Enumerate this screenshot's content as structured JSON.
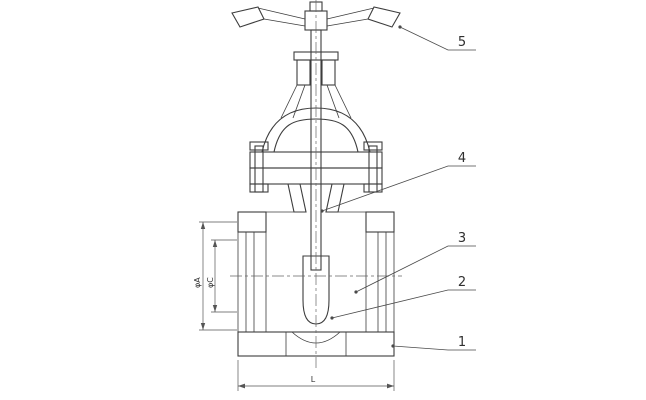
{
  "page": {
    "background": "#ffffff"
  },
  "drawing": {
    "line_color": "#3d3d3d",
    "dimension_labels": {
      "outer_diameter": "φA",
      "inner_diameter": "φC",
      "face_to_face_length": "L"
    },
    "callouts": [
      {
        "label": "5"
      },
      {
        "label": "4"
      },
      {
        "label": "3"
      },
      {
        "label": "2"
      },
      {
        "label": "1"
      }
    ]
  }
}
